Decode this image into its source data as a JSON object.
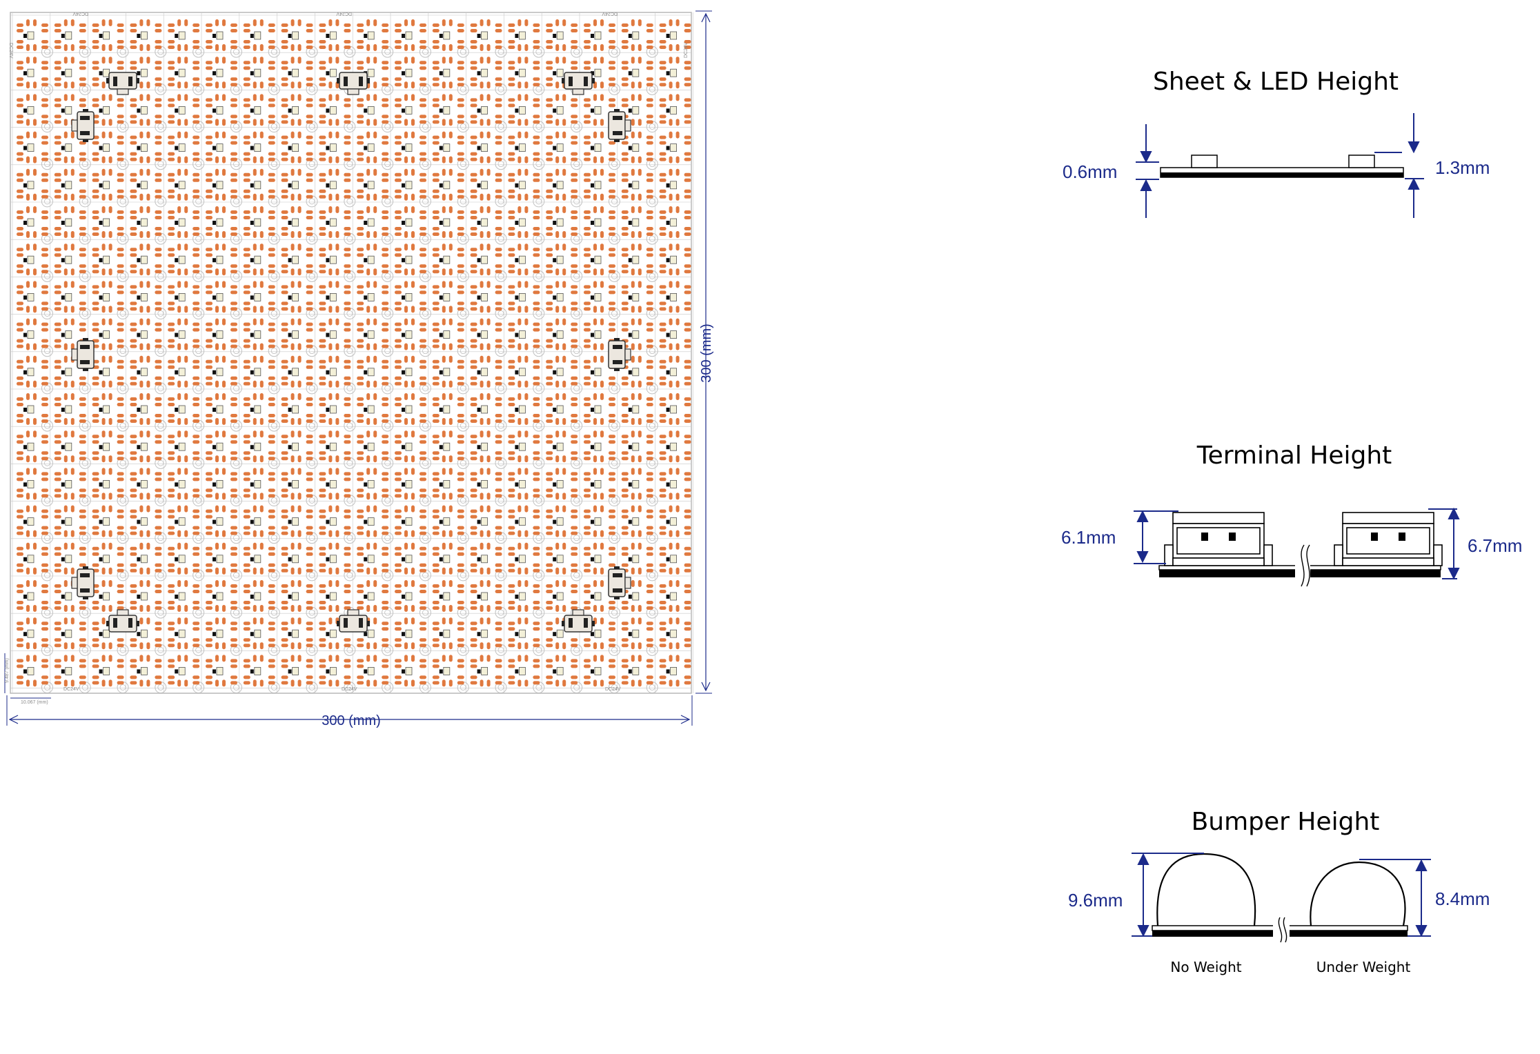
{
  "board": {
    "voltage_label": "DC24V",
    "width_label": "300 (mm)",
    "height_label": "300 (mm)",
    "pitch_x_label": "10.067 (mm)",
    "pitch_y_label": "9.487 (mm)"
  },
  "sheet_led": {
    "title": "Sheet & LED Height",
    "left_dim": "0.6mm",
    "right_dim": "1.3mm"
  },
  "terminal": {
    "title": "Terminal Height",
    "left_dim": "6.1mm",
    "right_dim": "6.7mm"
  },
  "bumper": {
    "title": "Bumper Height",
    "left_dim": "9.6mm",
    "right_dim": "8.4mm",
    "left_caption": "No Weight",
    "right_caption": "Under Weight"
  },
  "colors": {
    "pad": "#e0793f",
    "dimension": "#1b2a8a",
    "board_outline": "#b8b8b8",
    "trace": "#c8c8c8",
    "led_body": "#f3f0d8",
    "connector": "#ebe6df"
  }
}
